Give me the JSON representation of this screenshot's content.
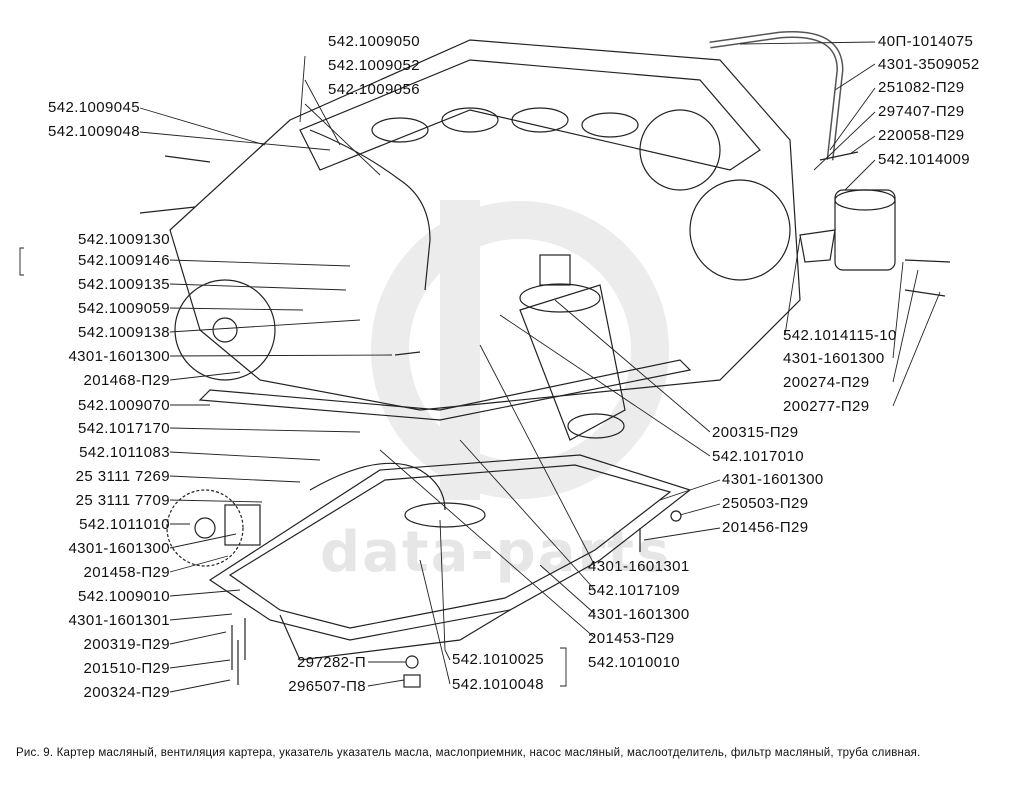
{
  "figure": {
    "caption": "Рис. 9. Картер масляный, вентиляция картера, указатель указатель масла, маслоприемник, насос масляный, маслоотделитель, фильтр масляный, труба сливная.",
    "watermark": "data-parts"
  },
  "labels_left": [
    "542.1009045",
    "542.1009048",
    "542.1009130",
    "542.1009146",
    "542.1009135",
    "542.1009059",
    "542.1009138",
    "4301-1601300",
    "201468-П29",
    "542.1009070",
    "542.1017170",
    "542.1011083",
    "25 3111 7269",
    "25 3111 7709",
    "542.1011010",
    "4301-1601300",
    "201458-П29",
    "542.1009010",
    "4301-1601301",
    "200319-П29",
    "201510-П29",
    "200324-П29"
  ],
  "labels_top": [
    "542.1009050",
    "542.1009052",
    "542.1009056"
  ],
  "labels_right_top": [
    "40П-1014075",
    "4301-3509052",
    "251082-П29",
    "297407-П29",
    "220058-П29",
    "542.1014009"
  ],
  "labels_right_mid": [
    "542.1014115-10",
    "4301-1601300",
    "200274-П29",
    "200277-П29"
  ],
  "labels_filter": [
    "200315-П29",
    "542.1017010"
  ],
  "labels_right_low": [
    "4301-1601300",
    "250503-П29",
    "201456-П29"
  ],
  "labels_center_low": [
    "4301-1601301",
    "542.1017109",
    "4301-1601300",
    "201453-П29"
  ],
  "labels_bottom": [
    "297282-П",
    "296507-П8",
    "542.1010025",
    "542.1010048",
    "542.1010010"
  ]
}
